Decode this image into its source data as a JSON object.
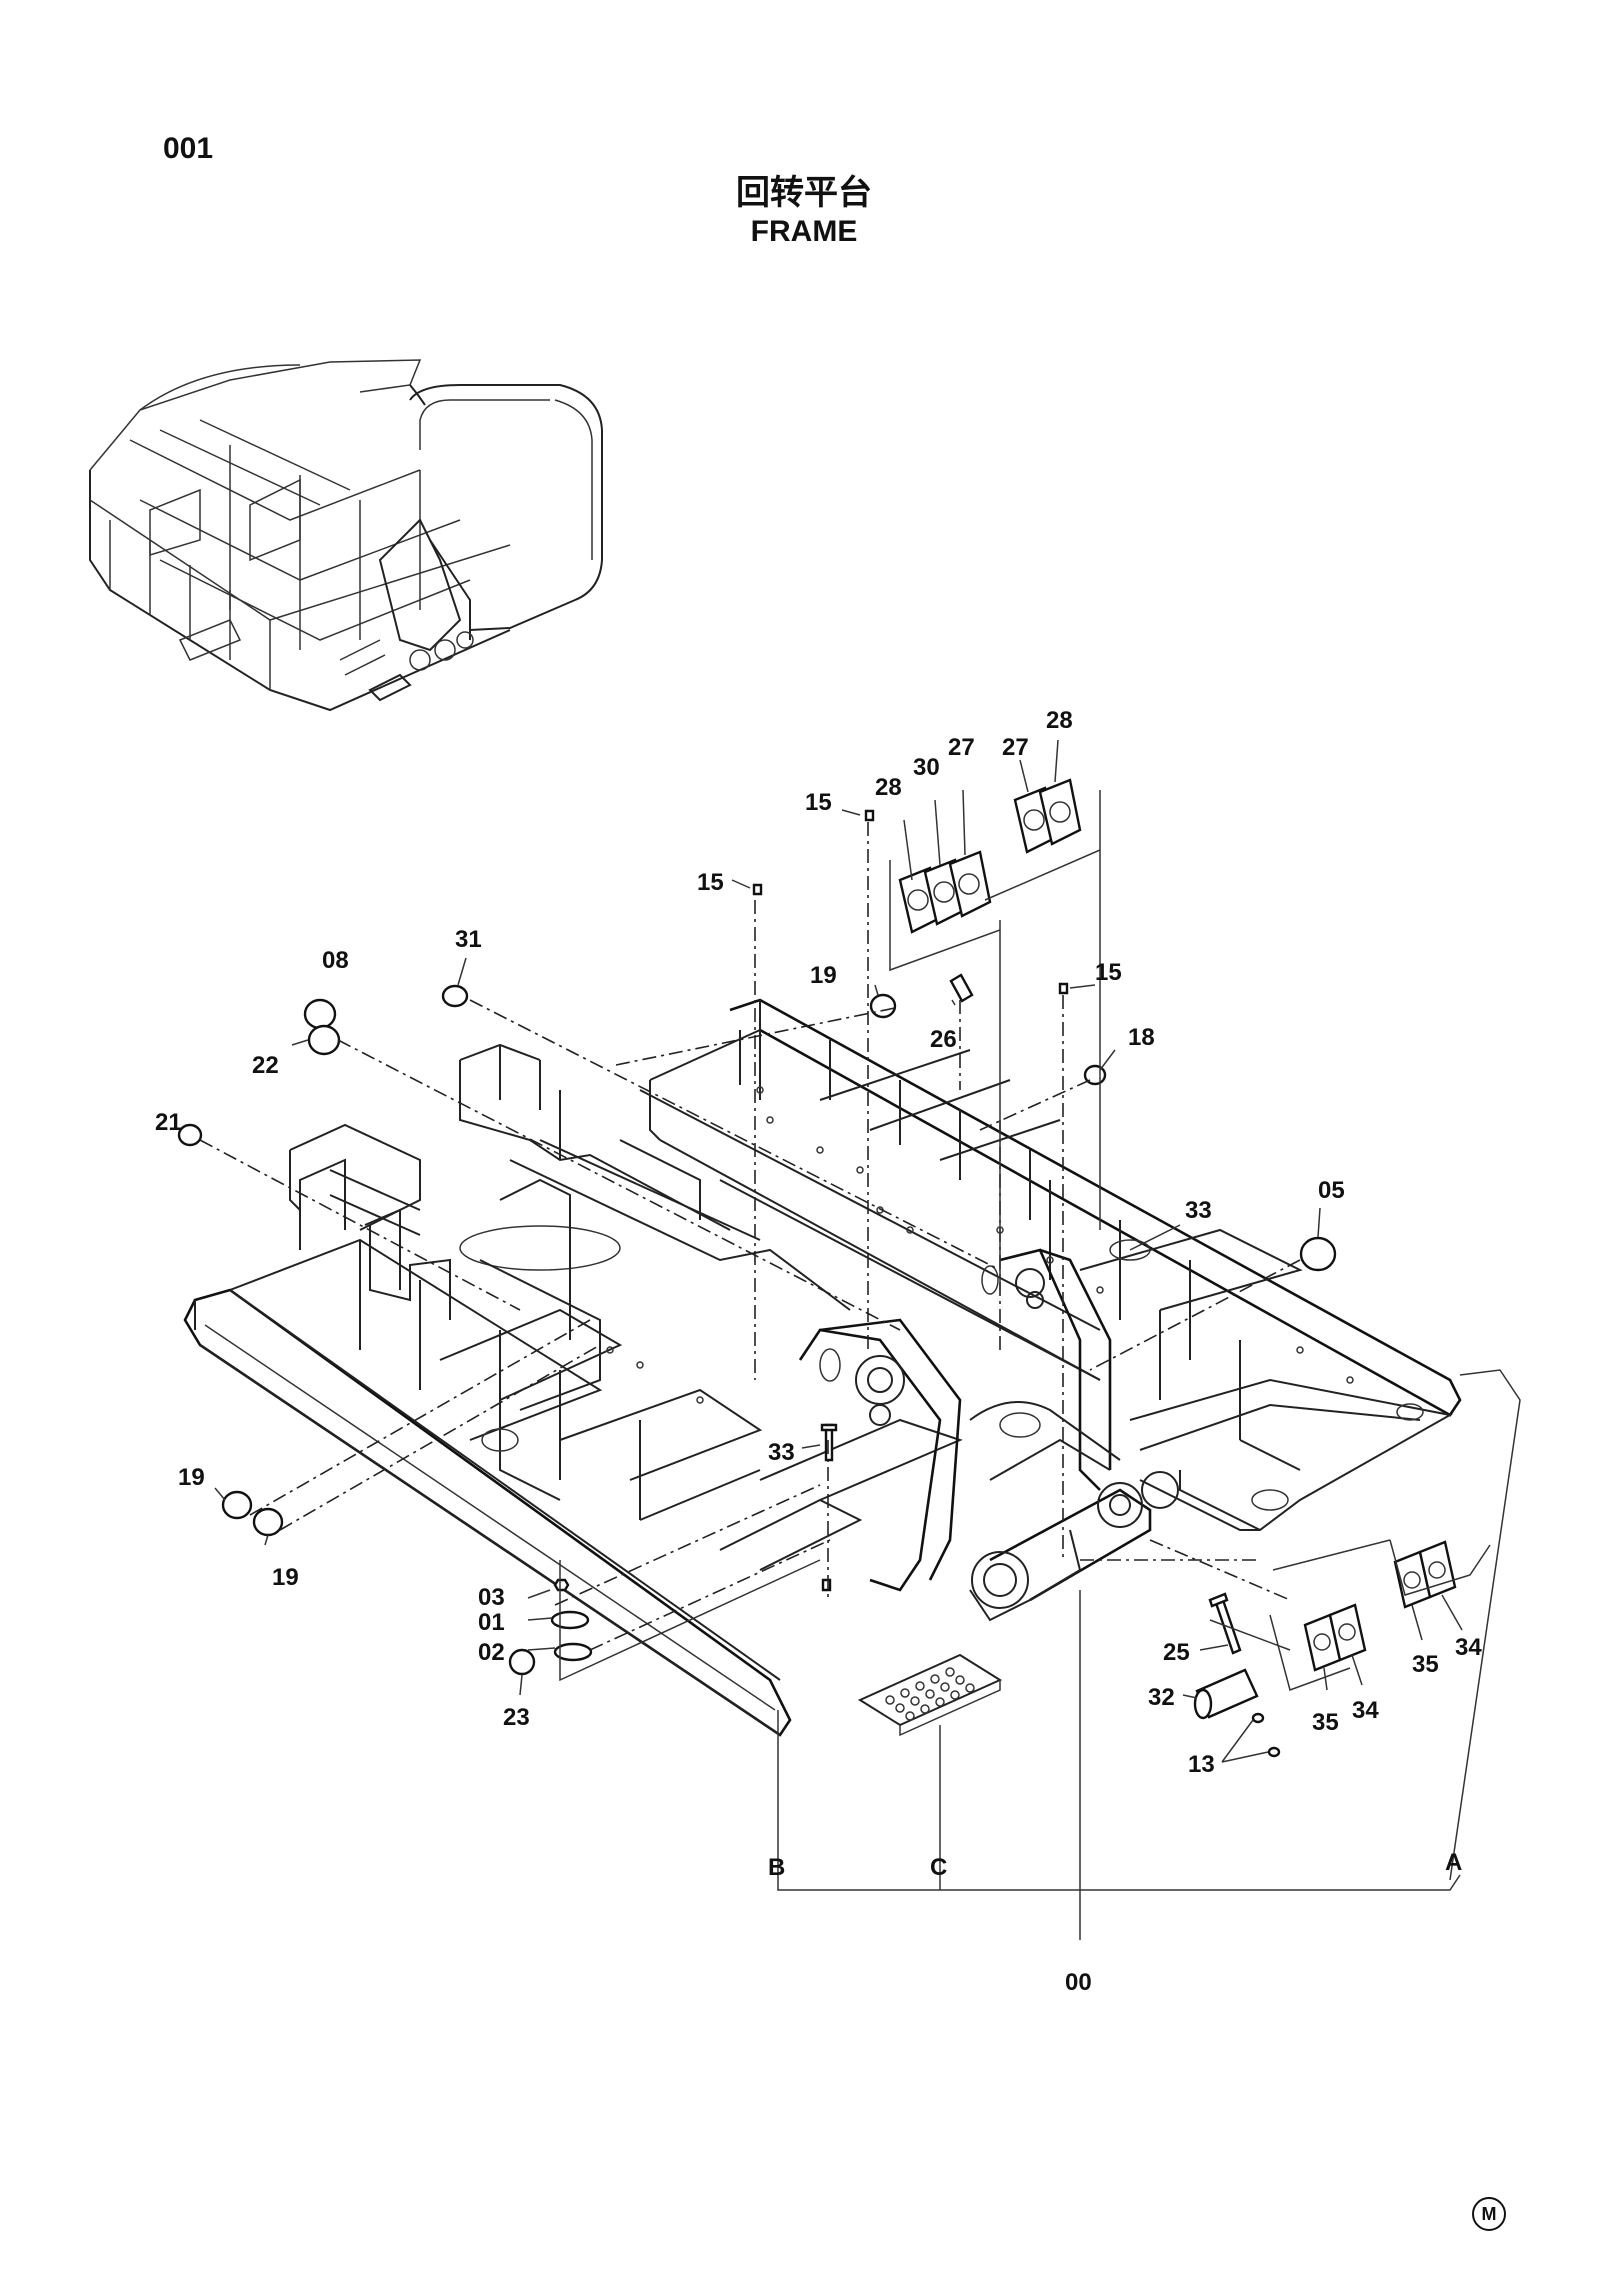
{
  "header": {
    "page_number": "001",
    "title_cn": "回转平台",
    "title_en": "FRAME"
  },
  "callouts": [
    {
      "id": "c28a",
      "text": "28"
    },
    {
      "id": "c30",
      "text": "30"
    },
    {
      "id": "c27a",
      "text": "27"
    },
    {
      "id": "c27b",
      "text": "27"
    },
    {
      "id": "c28b",
      "text": "28"
    },
    {
      "id": "c15a",
      "text": "15"
    },
    {
      "id": "c15b",
      "text": "15"
    },
    {
      "id": "c15c",
      "text": "15"
    },
    {
      "id": "c08",
      "text": "08"
    },
    {
      "id": "c22",
      "text": "22"
    },
    {
      "id": "c31",
      "text": "31"
    },
    {
      "id": "c19a",
      "text": "19"
    },
    {
      "id": "c26",
      "text": "26"
    },
    {
      "id": "c18",
      "text": "18"
    },
    {
      "id": "c21",
      "text": "21"
    },
    {
      "id": "c33a",
      "text": "33"
    },
    {
      "id": "c05",
      "text": "05"
    },
    {
      "id": "c33b",
      "text": "33"
    },
    {
      "id": "c19b",
      "text": "19"
    },
    {
      "id": "c19c",
      "text": "19"
    },
    {
      "id": "c03",
      "text": "03"
    },
    {
      "id": "c01",
      "text": "01"
    },
    {
      "id": "c02",
      "text": "02"
    },
    {
      "id": "c23",
      "text": "23"
    },
    {
      "id": "c25",
      "text": "25"
    },
    {
      "id": "c32",
      "text": "32"
    },
    {
      "id": "c13",
      "text": "13"
    },
    {
      "id": "c35a",
      "text": "35"
    },
    {
      "id": "c34a",
      "text": "34"
    },
    {
      "id": "c35b",
      "text": "35"
    },
    {
      "id": "c34b",
      "text": "34"
    },
    {
      "id": "cB",
      "text": "B"
    },
    {
      "id": "cC",
      "text": "C"
    },
    {
      "id": "cA",
      "text": "A"
    },
    {
      "id": "c00",
      "text": "00"
    }
  ],
  "footer": {
    "mark": "M"
  }
}
